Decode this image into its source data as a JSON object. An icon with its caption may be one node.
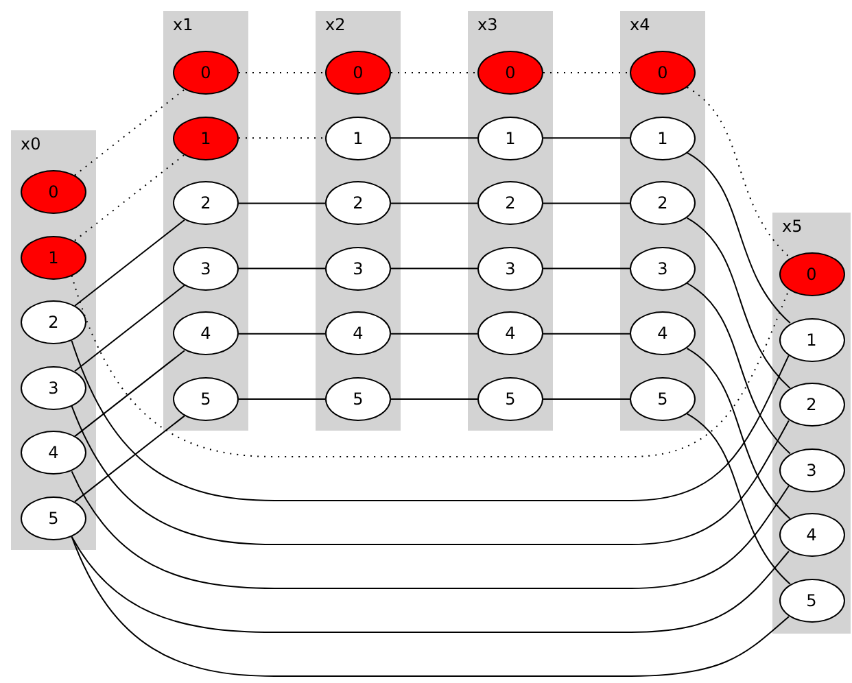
{
  "diagram": {
    "nodes": [
      {
        "text": [
          "x0"
        ]
      },
      {
        "text": [
          "0"
        ],
        "in": 0
      },
      {
        "text": [
          "1"
        ],
        "in": 0
      },
      {
        "text": [
          "2"
        ],
        "in": 0
      },
      {
        "text": [
          "3"
        ],
        "in": 0
      },
      {
        "text": [
          "4"
        ],
        "in": 0
      },
      {
        "text": [
          "5"
        ],
        "in": 0
      },
      {
        "text": [
          "x1"
        ]
      },
      {
        "text": [
          "0"
        ],
        "in": 7
      },
      {
        "text": [
          "1"
        ],
        "in": 7
      },
      {
        "text": [
          "2"
        ],
        "in": 7
      },
      {
        "text": [
          "3"
        ],
        "in": 7
      },
      {
        "text": [
          "4"
        ],
        "in": 7
      },
      {
        "text": [
          "5"
        ],
        "in": 7
      },
      {
        "text": [
          "x2"
        ]
      },
      {
        "text": [
          "0"
        ],
        "in": 14
      },
      {
        "text": [
          "1"
        ],
        "in": 14
      },
      {
        "text": [
          "2"
        ],
        "in": 14
      },
      {
        "text": [
          "3"
        ],
        "in": 14
      },
      {
        "text": [
          "4"
        ],
        "in": 14
      },
      {
        "text": [
          "5"
        ],
        "in": 14
      },
      {
        "text": [
          "x3"
        ]
      },
      {
        "text": [
          "0"
        ],
        "in": 21
      },
      {
        "text": [
          "1"
        ],
        "in": 21
      },
      {
        "text": [
          "2"
        ],
        "in": 21
      },
      {
        "text": [
          "3"
        ],
        "in": 21
      },
      {
        "text": [
          "4"
        ],
        "in": 21
      },
      {
        "text": [
          "5"
        ],
        "in": 21
      },
      {
        "text": [
          "x4"
        ]
      },
      {
        "text": [
          "0"
        ],
        "in": 28
      },
      {
        "text": [
          "1"
        ],
        "in": 28
      },
      {
        "text": [
          "2"
        ],
        "in": 28
      },
      {
        "text": [
          "3"
        ],
        "in": 28
      },
      {
        "text": [
          "4"
        ],
        "in": 28
      },
      {
        "text": [
          "5"
        ],
        "in": 28
      },
      {
        "text": [
          "x5"
        ]
      },
      {
        "text": [
          "0"
        ],
        "in": 35
      },
      {
        "text": [
          "1"
        ],
        "in": 35
      },
      {
        "text": [
          "2"
        ],
        "in": 35
      },
      {
        "text": [
          "3"
        ],
        "in": 35
      },
      {
        "text": [
          "4"
        ],
        "in": 35
      },
      {
        "text": [
          "5"
        ],
        "in": 35
      }
    ],
    "edges": [
      {
        "from": 1,
        "to": 8,
        "arrow": "none",
        "style": "dashed"
      },
      {
        "from": 2,
        "to": 9,
        "arrow": "none",
        "style": "dashed"
      },
      {
        "from": 8,
        "to": 15,
        "arrow": "none",
        "style": "dashed"
      },
      {
        "from": 15,
        "to": 22,
        "arrow": "none",
        "style": "dashed"
      },
      {
        "from": 22,
        "to": 29,
        "arrow": "none",
        "style": "dashed"
      },
      {
        "from": 29,
        "to": 36,
        "arrow": "none",
        "style": "dashed"
      },
      {
        "from": 9,
        "to": 16,
        "arrow": "none",
        "style": "dashed"
      },
      {
        "from": 2,
        "to": 36,
        "arrow": "none",
        "style": "dashed"
      },
      {
        "from": 3,
        "to": 10,
        "arrow": "none"
      },
      {
        "from": 4,
        "to": 11,
        "arrow": "none"
      },
      {
        "from": 5,
        "to": 12,
        "arrow": "none"
      },
      {
        "from": 6,
        "to": 13,
        "arrow": "none"
      },
      {
        "from": 10,
        "to": 17,
        "arrow": "none"
      },
      {
        "from": 11,
        "to": 18,
        "arrow": "none"
      },
      {
        "from": 12,
        "to": 19,
        "arrow": "none"
      },
      {
        "from": 13,
        "to": 20,
        "arrow": "none"
      },
      {
        "from": 16,
        "to": 23,
        "arrow": "none"
      },
      {
        "from": 17,
        "to": 24,
        "arrow": "none"
      },
      {
        "from": 18,
        "to": 25,
        "arrow": "none"
      },
      {
        "from": 19,
        "to": 26,
        "arrow": "none"
      },
      {
        "from": 20,
        "to": 27,
        "arrow": "none"
      },
      {
        "from": 23,
        "to": 30,
        "arrow": "none"
      },
      {
        "from": 24,
        "to": 31,
        "arrow": "none"
      },
      {
        "from": 25,
        "to": 32,
        "arrow": "none"
      },
      {
        "from": 26,
        "to": 33,
        "arrow": "none"
      },
      {
        "from": 27,
        "to": 34,
        "arrow": "none"
      },
      {
        "from": 30,
        "to": 37,
        "arrow": "none"
      },
      {
        "from": 31,
        "to": 38,
        "arrow": "none"
      },
      {
        "from": 32,
        "to": 39,
        "arrow": "none"
      },
      {
        "from": 33,
        "to": 40,
        "arrow": "none"
      },
      {
        "from": 34,
        "to": 41,
        "arrow": "none"
      },
      {
        "from": 3,
        "to": 37,
        "arrow": "none"
      },
      {
        "from": 4,
        "to": 38,
        "arrow": "none"
      },
      {
        "from": 5,
        "to": 39,
        "arrow": "none"
      },
      {
        "from": 6,
        "to": 40,
        "arrow": "none"
      },
      {
        "from": 6,
        "to": 41,
        "arrow": "none"
      }
    ]
  }
}
